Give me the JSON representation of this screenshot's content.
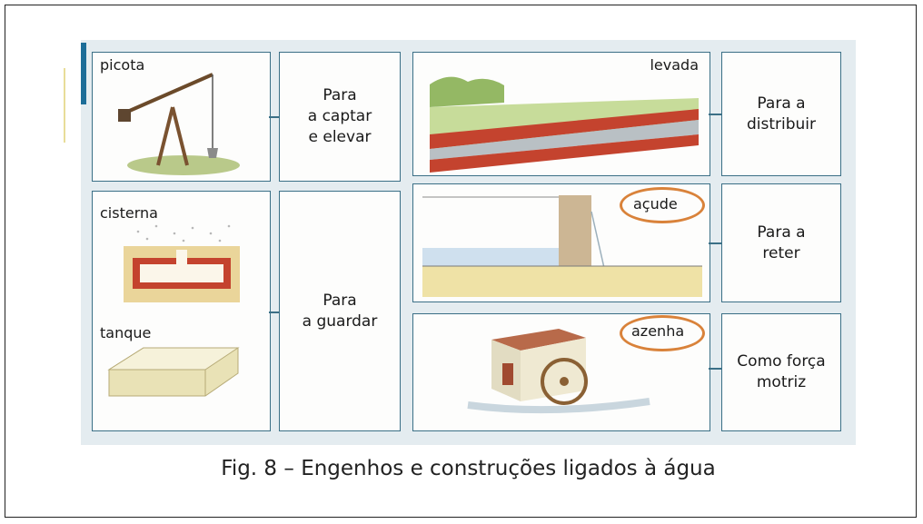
{
  "caption": "Fig. 8 – Engenhos e construções ligados à água",
  "left": {
    "picota_label": "picota",
    "picota_purpose": "Para\na captar\ne elevar",
    "cisterna_label": "cisterna",
    "tanque_label": "tanque",
    "guardar_purpose": "Para\na guardar"
  },
  "right": {
    "levada_label": "levada",
    "levada_purpose": "Para a\ndistribuir",
    "acude_label": "açude",
    "acude_purpose": "Para a\nreter",
    "azenha_label": "azenha",
    "azenha_purpose": "Como força\nmotriz"
  },
  "colors": {
    "border": "#3a6f86",
    "highlight": "#d9823a",
    "panel": "#e4ecf0"
  }
}
